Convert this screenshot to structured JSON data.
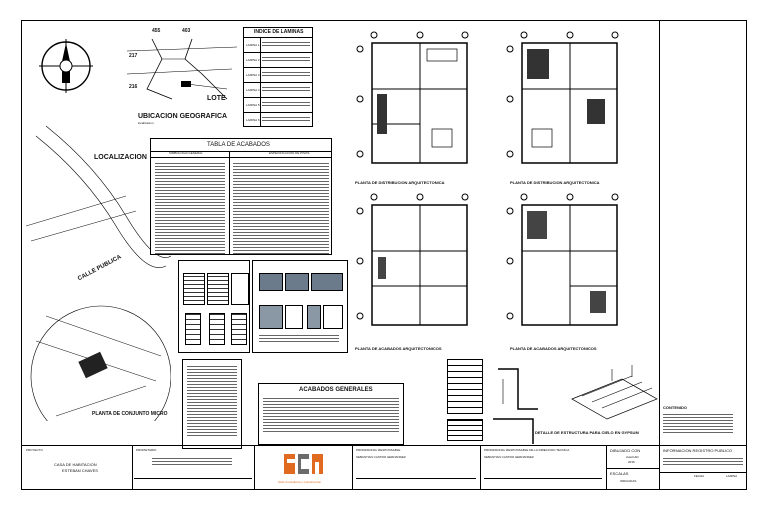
{
  "location": {
    "labels": {
      "n455": "455",
      "n403": "403",
      "n217": "217",
      "n216": "216"
    },
    "lote": "LOTE",
    "title": "UBICACION GEOGRAFICA",
    "sub": "localizacion",
    "map_title": "LOCALIZACION",
    "calle": "CALLE PUBLICA",
    "conjunto": "PLANTA DE CONJUNTO MICRO"
  },
  "index": {
    "title": "INDICE DE LAMINAS",
    "rows": [
      "LAMINA 1",
      "LAMINA 2",
      "LAMINA 3",
      "LAMINA 4",
      "LAMINA 5",
      "LAMINA 6"
    ]
  },
  "finishes": {
    "title": "TABLA DE ACABADOS",
    "col1": "SIMBOLOGIA GENERAL",
    "col2": "ESPECIFICACION DE PISOS"
  },
  "general": {
    "title": "ACABADOS GENERALES"
  },
  "plans": [
    {
      "caption": "PLANTA DE DISTRIBUCION ARQUITECTONICA"
    },
    {
      "caption": "PLANTA DE DISTRIBUCION ARQUITECTONICA"
    },
    {
      "caption": "PLANTA DE ACABADOS ARQUITECTONICOS"
    },
    {
      "caption": "PLANTA DE ACABADOS ARQUITECTONICOS"
    }
  ],
  "detail": {
    "caption": "DETALLE DE ESTRUCTURA PARA CIELO EN GYPSUM"
  },
  "titleblock": {
    "proyecto_h": "PROYECTO",
    "proyecto_v1": "CASA DE HABITACION",
    "proyecto_v2": "ESTEBAN CHAVES",
    "propietario_h": "PROPIETARIO",
    "brand": "SCH Consultoría y Construcción",
    "responsable_h": "PROFESIONAL RESPONSABLE",
    "responsable_v": "SEBASTIAN CASTRO HERNANDEZ",
    "direccion_h": "PROFESIONAL RESPONSABLE DE LA DIRECCION TECNICA",
    "direccion_v": "SEBASTIAN CASTRO HERNANDEZ",
    "dibujado_h": "DIBUJADO CON",
    "dibujado_v1": "AutoCAD",
    "dibujado_v2": "2016",
    "escalas_h": "ESCALAS",
    "escalas_v": "INDICADAS",
    "info_h": "INFORMACION REGISTRO PUBLICO",
    "fecha_h": "FECHA",
    "lamina_h": "LAMINA",
    "contenido_h": "CONTENIDO"
  }
}
